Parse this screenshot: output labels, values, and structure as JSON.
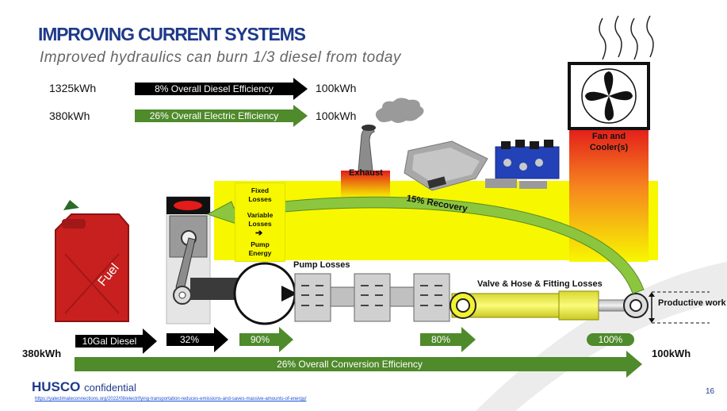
{
  "header": {
    "title": "IMPROVING CURRENT SYSTEMS",
    "subtitle": "Improved hydraulics can burn 1/3 diesel from today"
  },
  "comparison": {
    "diesel": {
      "input": "1325kWh",
      "label": "8% Overall Diesel Efficiency",
      "output": "100kWh"
    },
    "electric": {
      "input": "380kWh",
      "label": "26% Overall Electric Efficiency",
      "output": "100kWh"
    }
  },
  "components": {
    "exhaust": "Exhaust",
    "fan": "Fan and Cooler(s)",
    "fuel": "Fuel",
    "recovery": "15% Recovery",
    "pump_losses": "Pump Losses",
    "valve_losses": "Valve & Hose & Fitting Losses",
    "productive_work": "Productive work"
  },
  "loss_legend": {
    "fixed": "Fixed Losses",
    "variable": "Variable Losses",
    "pump_energy": "Pump Energy"
  },
  "stages": {
    "fuel_label": "10Gal Diesel",
    "engine": "32%",
    "pump": "90%",
    "valve": "80%",
    "actuator": "100%"
  },
  "bottom": {
    "input": "380kWh",
    "output": "100kWh",
    "overall": "26% Overall Conversion Efficiency"
  },
  "footer": {
    "logo": "HUSCO",
    "confidential": "confidential",
    "url": "https://yaleclimateconnections.org/2022/08/electrifying-transportation-reduces-emissions-and-saves-massive-amounts-of-energy/",
    "page": "16"
  },
  "colors": {
    "title_blue": "#1f3a8a",
    "arrow_green": "#4f8a2b",
    "arrow_black": "#000000",
    "flow_yellow": "#f7f700",
    "heat_red": "#e31b1b",
    "fuel_red": "#c8201e"
  }
}
